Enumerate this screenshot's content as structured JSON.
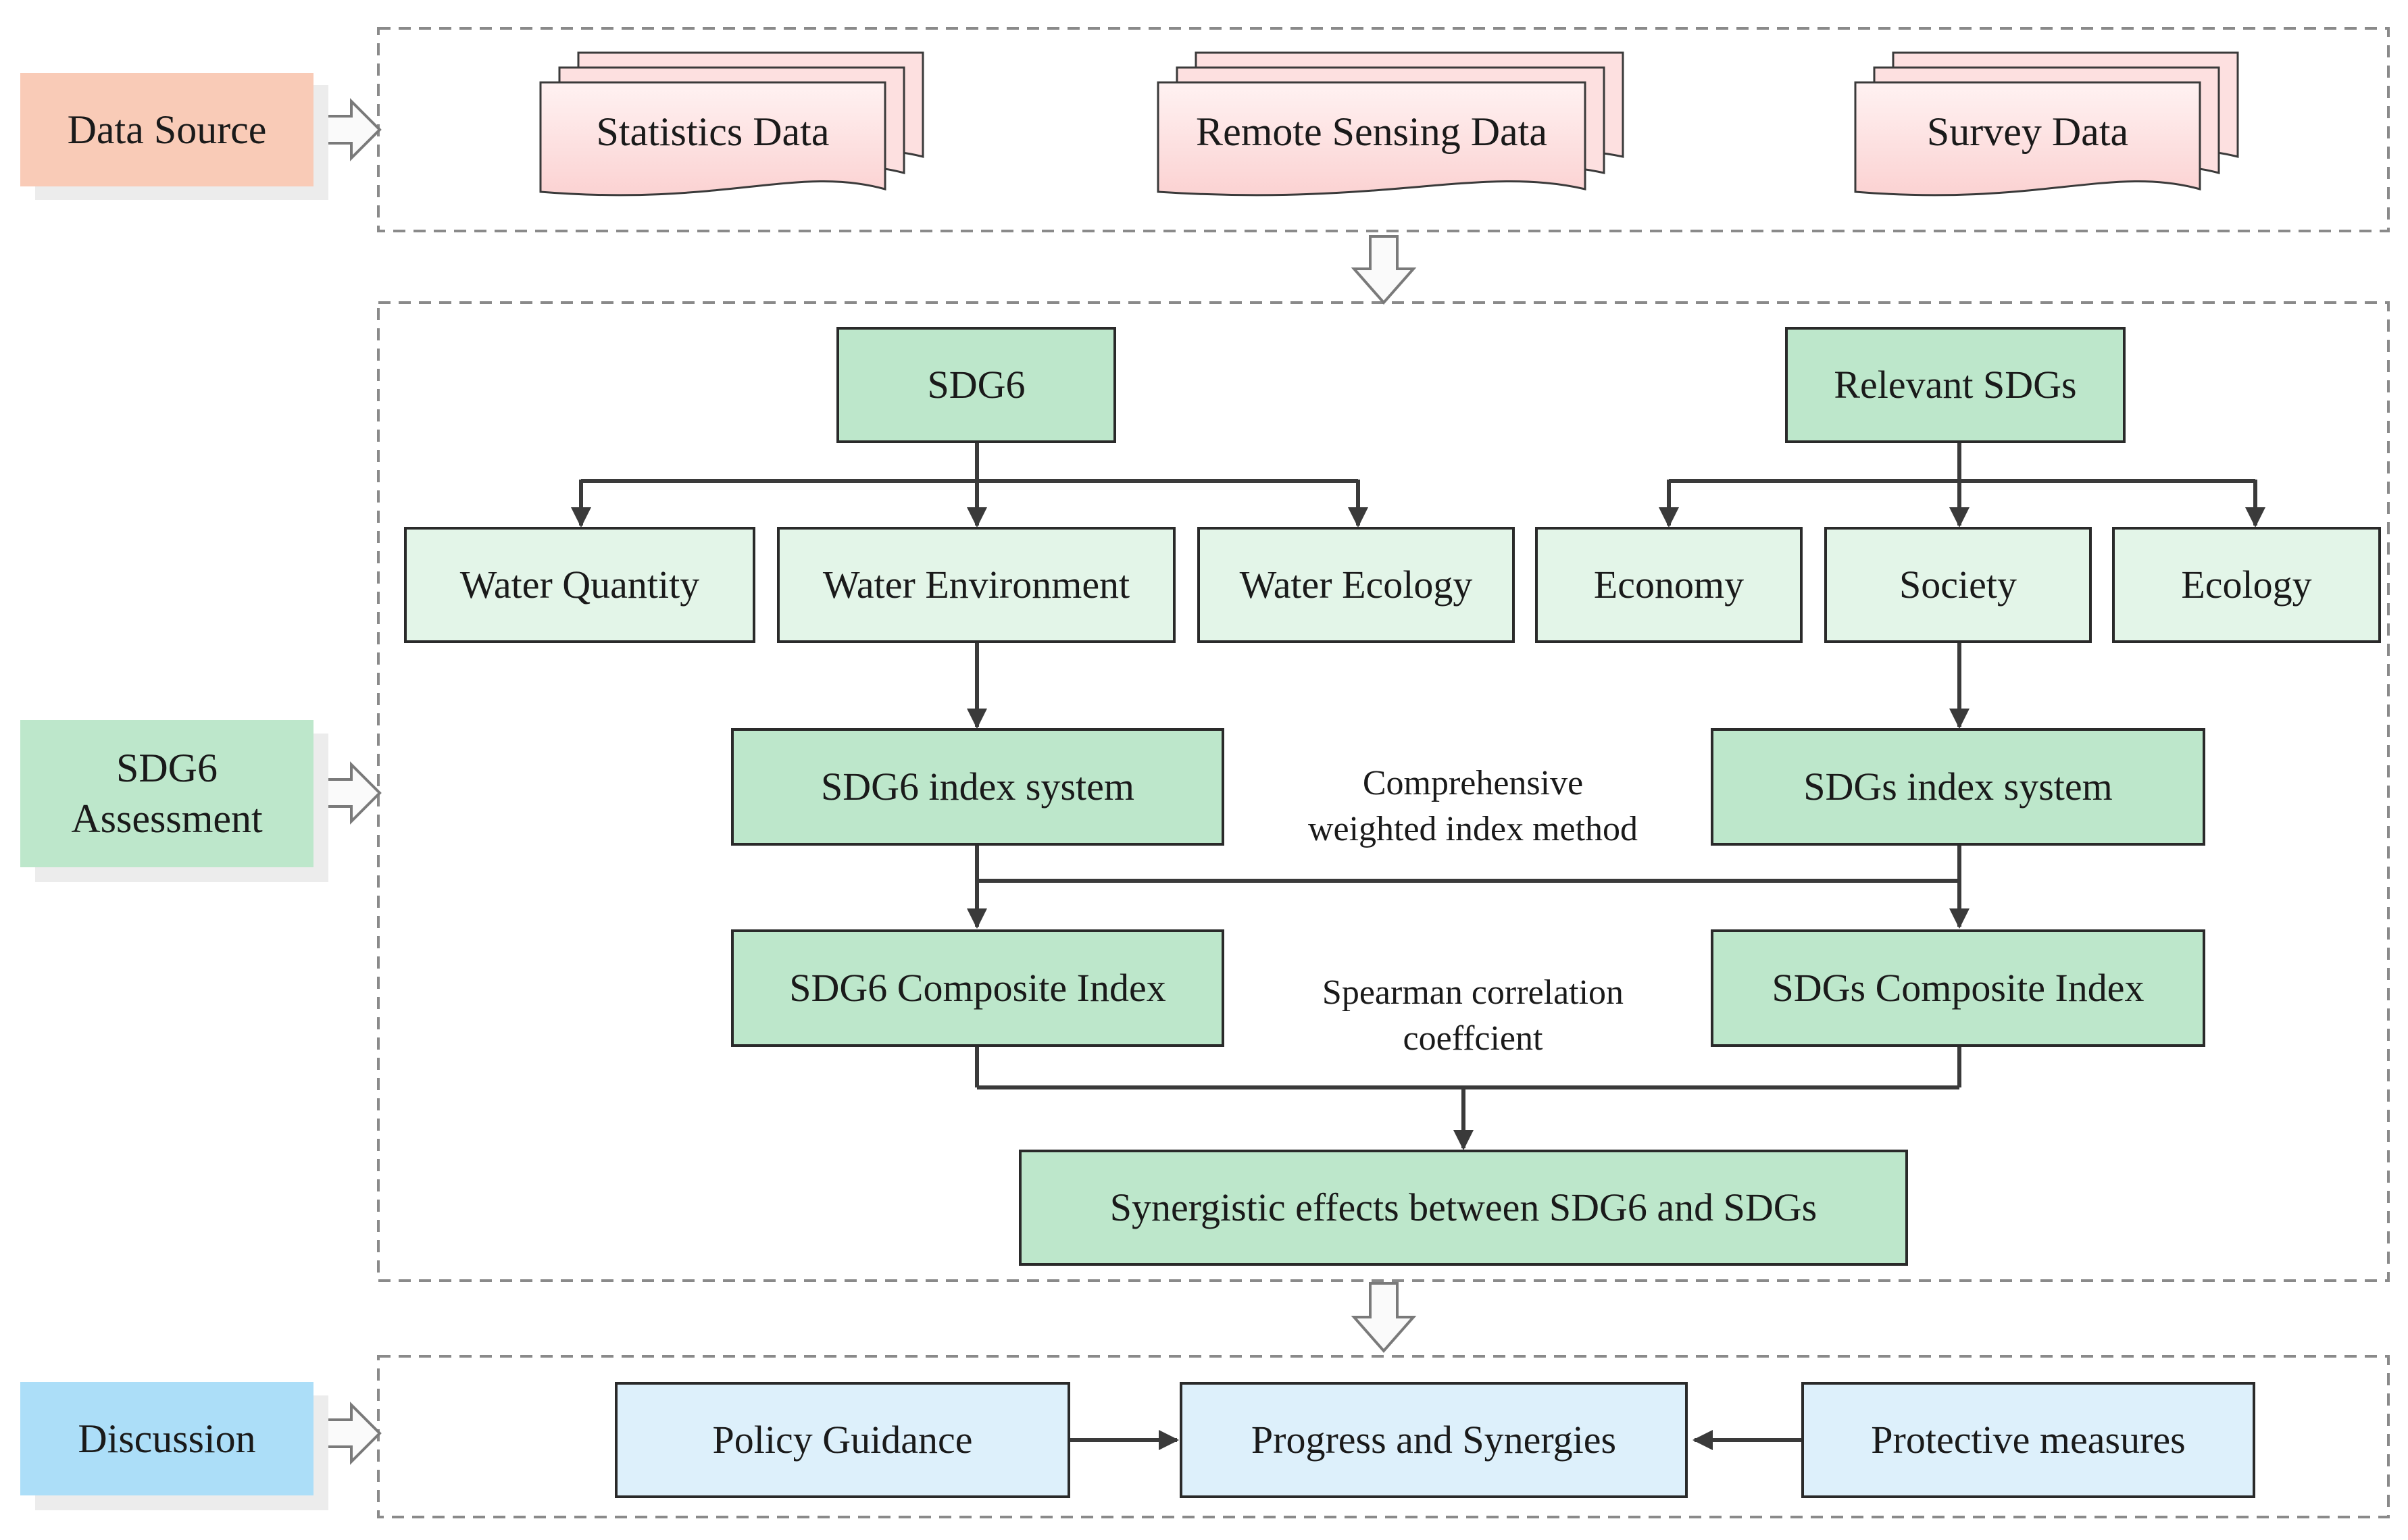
{
  "sections": {
    "data_source": {
      "label": "Data Source",
      "items": [
        "Statistics Data",
        "Remote Sensing Data",
        "Survey Data"
      ]
    },
    "assessment": {
      "label_line1": "SDG6",
      "label_line2": "Assessment",
      "sdg6": "SDG6",
      "relevant": "Relevant SDGs",
      "sdg6_dims": [
        "Water Quantity",
        "Water Environment",
        "Water Ecology"
      ],
      "sdgs_dims": [
        "Economy",
        "Society",
        "Ecology"
      ],
      "sdg6_index": "SDG6 index system",
      "sdgs_index": "SDGs index system",
      "method_line1": "Comprehensive",
      "method_line2": "weighted index method",
      "sdg6_composite": "SDG6 Composite Index",
      "sdgs_composite": "SDGs Composite Index",
      "corr_line1": "Spearman correlation",
      "corr_line2": "coeffcient",
      "synergy": "Synergistic effects between SDG6 and SDGs"
    },
    "discussion": {
      "label": "Discussion",
      "items": [
        "Policy Guidance",
        "Progress and Synergies",
        "Protective measures"
      ]
    }
  },
  "colors": {
    "data_source_label": "#f9cbb7",
    "assessment_label": "#bde7cb",
    "discussion_label": "#acdef8",
    "document_fill": "#fde0e0",
    "node_dark": "#bde7cb",
    "node_light": "#e3f5e8",
    "node_blue": "#ddf0fb",
    "connector": "#3a3a3a"
  }
}
